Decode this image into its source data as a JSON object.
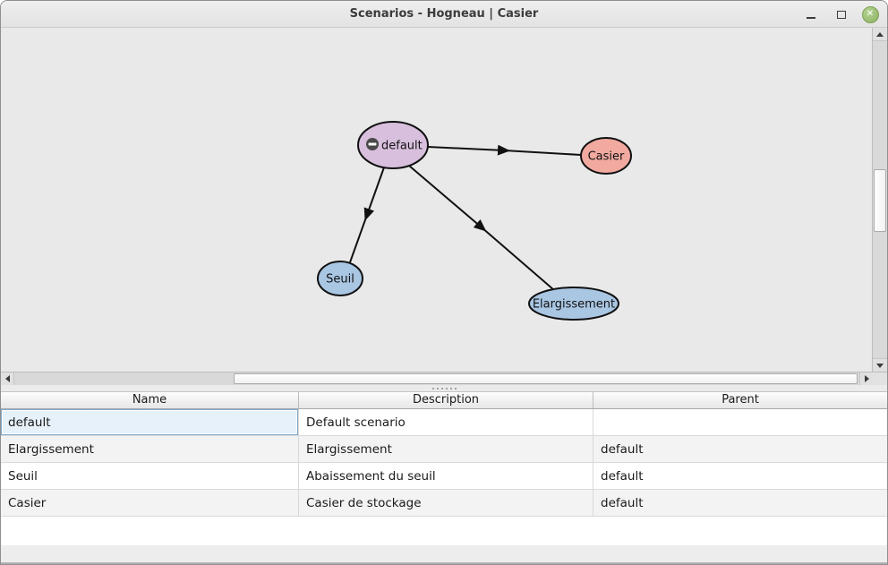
{
  "window": {
    "title": "Scenarios - Hogneau | Casier",
    "controls": {
      "minimize": "minimize",
      "maximize": "maximize",
      "close": "close"
    }
  },
  "graph": {
    "nodes": [
      {
        "label": "default",
        "fill": "#d8bfdd",
        "badge": "minus-badge"
      },
      {
        "label": "Casier",
        "fill": "#f1a9a0"
      },
      {
        "label": "Seuil",
        "fill": "#a9c6e3"
      },
      {
        "label": "Elargissement",
        "fill": "#a9c6e3"
      }
    ],
    "edges": [
      {
        "from": "default",
        "to": "Casier"
      },
      {
        "from": "default",
        "to": "Seuil"
      },
      {
        "from": "default",
        "to": "Elargissement"
      }
    ]
  },
  "table": {
    "columns": [
      "Name",
      "Description",
      "Parent"
    ],
    "rows": [
      {
        "name": "default",
        "description": "Default scenario",
        "parent": ""
      },
      {
        "name": "Elargissement",
        "description": "Elargissement",
        "parent": "default"
      },
      {
        "name": "Seuil",
        "description": "Abaissement du seuil",
        "parent": "default"
      },
      {
        "name": "Casier",
        "description": "Casier de stockage",
        "parent": "default"
      }
    ],
    "selected_cell": {
      "row": 0,
      "column": "Name"
    }
  },
  "colors": {
    "canvas_bg": "#e9e9e9",
    "edge": "#111111",
    "selection_bg": "#e6f1fa",
    "selection_border": "#7fa9cb",
    "close_button": "#94b96d",
    "alt_row_bg": "#f3f3f3"
  },
  "icons": {
    "close": "✕"
  }
}
